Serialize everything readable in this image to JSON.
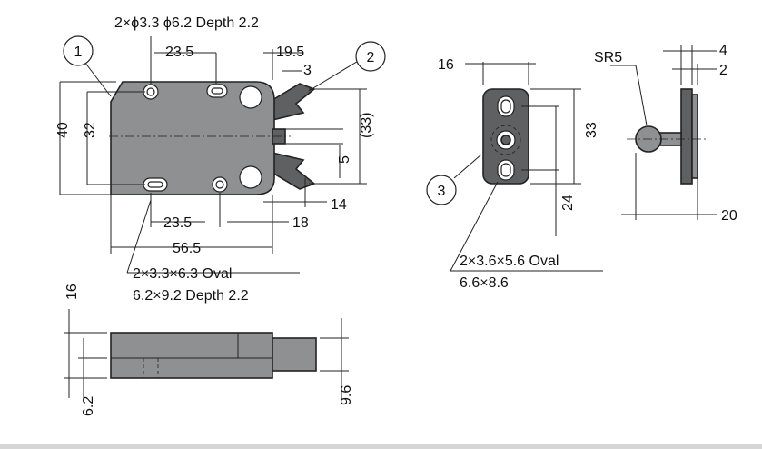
{
  "callouts": {
    "c1": "1",
    "c2": "2",
    "c3": "3"
  },
  "front_view": {
    "top_note": "2×ϕ3.3 ϕ6.2 Depth 2.2",
    "dim_23_5_top": "23.5",
    "dim_19_5": "19.5",
    "dim_3": "3",
    "dim_40": "40",
    "dim_32": "32",
    "dim_33": "(33)",
    "dim_5": "5",
    "dim_14": "14",
    "dim_23_5_bottom": "23.5",
    "dim_18": "18",
    "dim_56_5": "56.5",
    "oval_note_line1": "2×3.3×6.3 Oval",
    "oval_note_line2": "6.2×9.2 Depth 2.2"
  },
  "strike_view": {
    "dim_16": "16",
    "dim_33": "33",
    "dim_24": "24",
    "oval_note_line1": "2×3.6×5.6 Oval",
    "oval_note_line2": "6.6×8.6"
  },
  "side_view": {
    "dim_SR5": "SR5",
    "dim_4": "4",
    "dim_2": "2",
    "dim_20": "20"
  },
  "bottom_view": {
    "dim_16": "16",
    "dim_6_2": "6.2",
    "dim_9_6": "9.6"
  },
  "colors": {
    "body": "#8f9092",
    "dark_part": "#5f6062",
    "line": "#222222"
  }
}
